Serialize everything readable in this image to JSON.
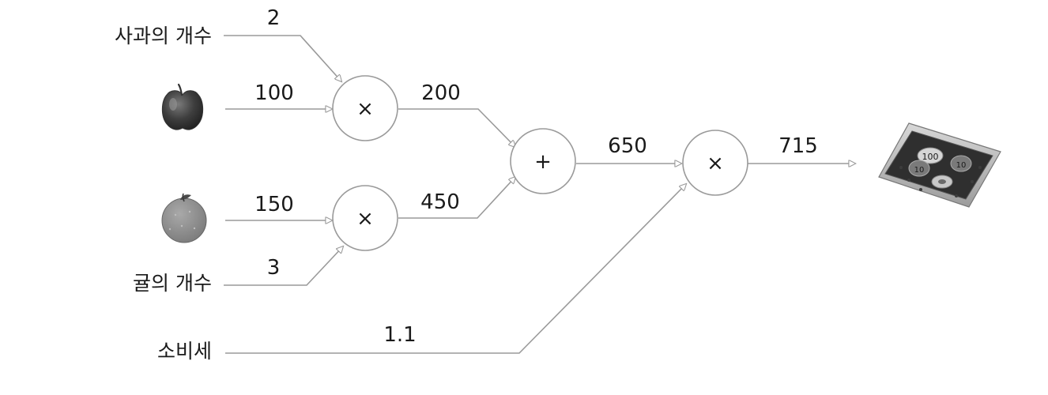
{
  "inputs": {
    "apple_count_label": "사과의 개수",
    "orange_count_label": "귤의 개수",
    "tax_label": "소비세"
  },
  "values": {
    "apple_count": "2",
    "apple_price": "100",
    "orange_price": "150",
    "orange_count": "3",
    "tax": "1.1",
    "apple_total": "200",
    "orange_total": "450",
    "sum_total": "650",
    "final_total": "715"
  },
  "nodes": {
    "mul_apple": "×",
    "mul_orange": "×",
    "add": "+",
    "mul_tax": "×"
  },
  "icons": {
    "apple": "apple-icon",
    "orange": "orange-icon",
    "payment": "coin-tray-icon"
  },
  "colors": {
    "line": "#9a9a9a",
    "text": "#1a1a1a"
  }
}
